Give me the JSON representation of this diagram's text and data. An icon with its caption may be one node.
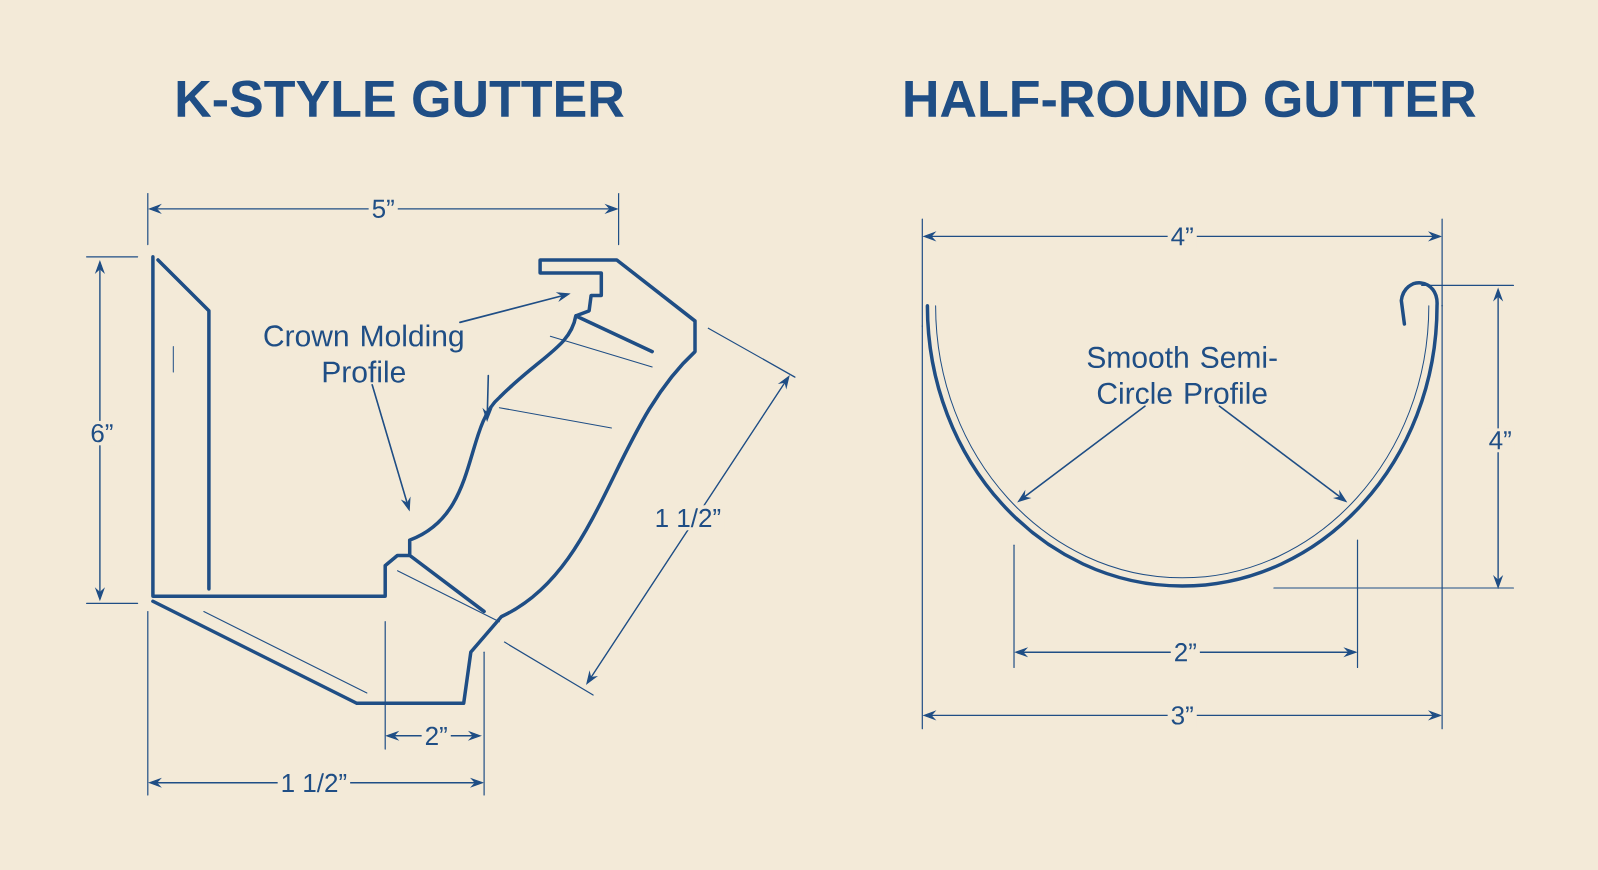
{
  "diagram": {
    "nodes": [
      {
        "text": [
          "Crown Molding Profile"
        ]
      },
      {
        "text": [
          "Smooth Semi-Circle Profile"
        ]
      }
    ],
    "edges": [
      {
        "from": 0,
        "to": null,
        "arrow": "to"
      },
      {
        "from": 0,
        "to": null,
        "arrow": "to"
      },
      {
        "from": 0,
        "to": null,
        "arrow": "to"
      },
      {
        "from": 1,
        "to": null,
        "arrow": "to"
      },
      {
        "from": 1,
        "to": null,
        "arrow": "to"
      }
    ],
    "labels": [
      "K-STYLE GUTTER",
      "HALF-ROUND GUTTER",
      "5”",
      "4”",
      "6”",
      "1 1/2”",
      "4”",
      "2”",
      "2”",
      "3”",
      "1 1/2”"
    ]
  }
}
